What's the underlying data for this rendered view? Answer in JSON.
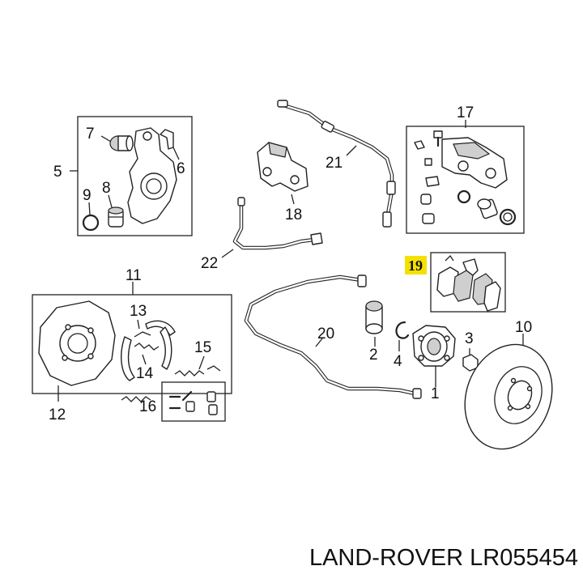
{
  "diagram": {
    "callouts": {
      "c1": "1",
      "c2": "2",
      "c3": "3",
      "c4": "4",
      "c5": "5",
      "c6": "6",
      "c7": "7",
      "c8": "8",
      "c9": "9",
      "c10": "10",
      "c11": "11",
      "c12": "12",
      "c13": "13",
      "c14": "14",
      "c15": "15",
      "c16": "16",
      "c17": "17",
      "c18": "18",
      "c19": "19",
      "c20": "20",
      "c21": "21",
      "c22": "22"
    },
    "highlight_color": "#f5e100",
    "caption": "LAND-ROVER LR055454"
  }
}
